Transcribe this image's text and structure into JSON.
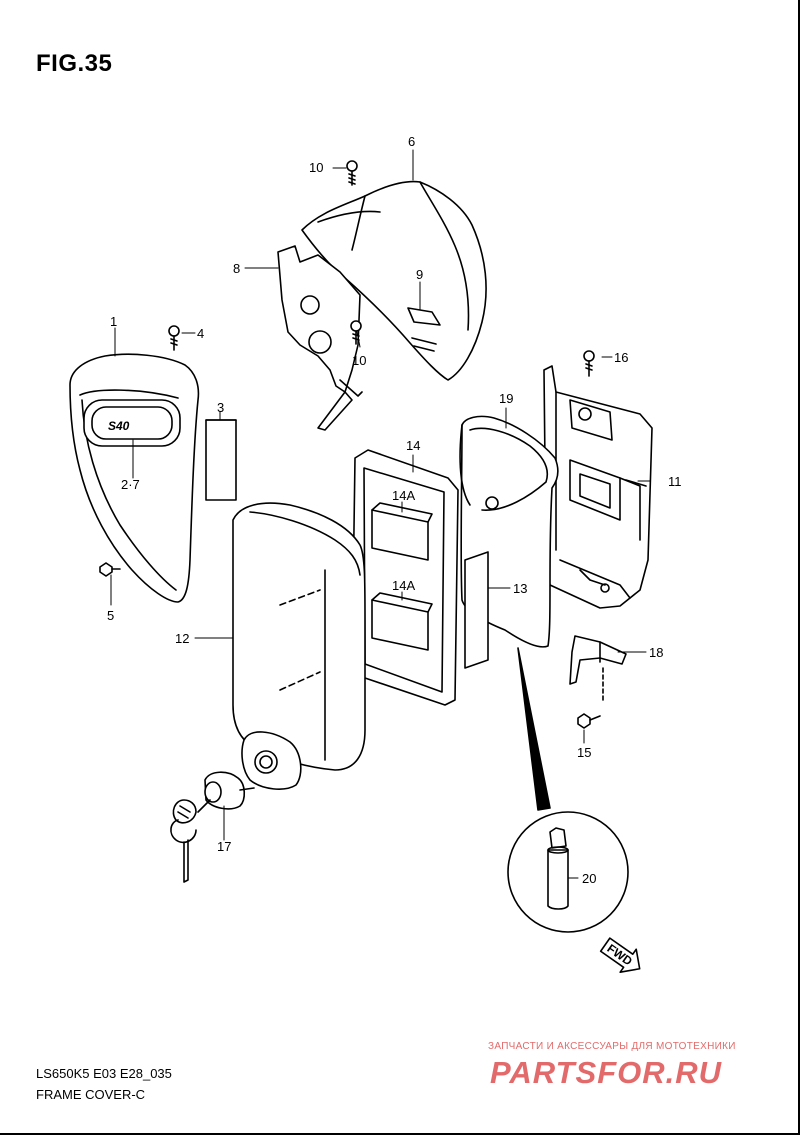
{
  "figure": {
    "title": "FIG.35"
  },
  "parts": {
    "p1": "1",
    "p2_7": "2·7",
    "p3": "3",
    "p4": "4",
    "p5": "5",
    "p6": "6",
    "p8": "8",
    "p9": "9",
    "p10a": "10",
    "p10b": "10",
    "p11": "11",
    "p12": "12",
    "p13": "13",
    "p14": "14",
    "p14a1": "14A",
    "p14a2": "14A",
    "p15": "15",
    "p16": "16",
    "p17": "17",
    "p18": "18",
    "p19": "19",
    "p20": "20"
  },
  "emblem_text": "S40",
  "fwd_label": "FWD",
  "footer": {
    "model_code": "LS650K5 E03 E28_035",
    "section_name": "FRAME COVER-C"
  },
  "watermark": {
    "tagline": "ЗАПЧАСТИ И АКСЕССУАРЫ ДЛЯ МОТОТЕХНИКИ",
    "logo": "PARTSFOR.RU",
    "color": "#e36a6a"
  }
}
